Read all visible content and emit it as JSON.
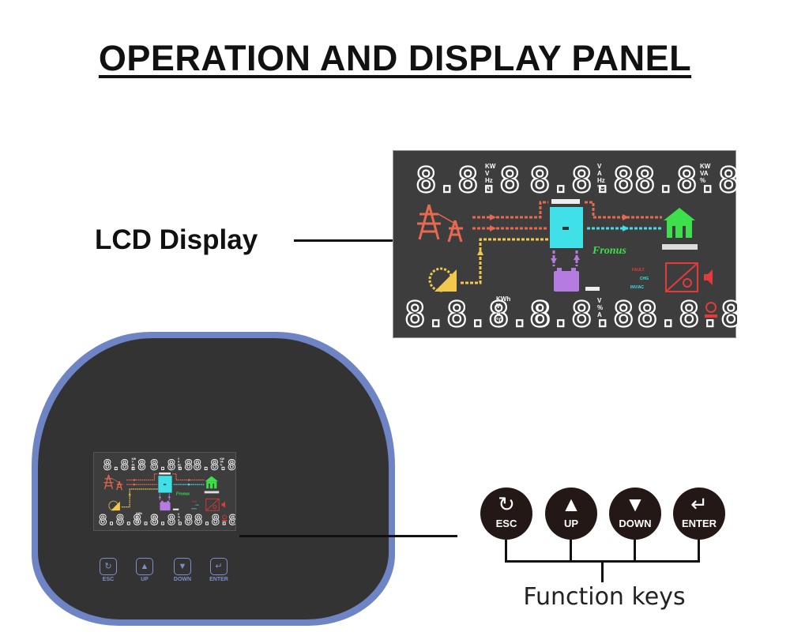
{
  "title": "OPERATION AND DISPLAY PANEL",
  "lcd_label": "LCD Display",
  "lcd": {
    "top_left": {
      "digits": "8.8.8",
      "units": [
        "KW",
        "V",
        "Hz",
        "A"
      ]
    },
    "top_center": {
      "digits": "8.8.8",
      "units": [
        "V",
        "A",
        "Hz",
        "°C"
      ]
    },
    "top_right": {
      "digits": "8.8.8",
      "units": [
        "KW",
        "VA",
        "%"
      ]
    },
    "bottom_left": {
      "digits": "8.8.8.8",
      "units": [
        "KWh",
        "V",
        "A",
        "°C"
      ]
    },
    "bottom_center": {
      "digits": "8.8.8",
      "units": [
        "V",
        "%",
        "A"
      ]
    },
    "bottom_right": {
      "digits": "8.8.8"
    },
    "brand": "Fronus",
    "indicators": [
      "FAULT",
      "CHG",
      "INV/AC"
    ],
    "colors": {
      "grid": "#e8694f",
      "inverter": "#3fe0e8",
      "load": "#3de04a",
      "solar": "#f2c94c",
      "battery": "#b57be0",
      "fault": "#e23b3b",
      "background": "#3d3d3d"
    }
  },
  "device": {
    "buttons": [
      {
        "label": "ESC",
        "icon": "rotate-icon"
      },
      {
        "label": "UP",
        "icon": "triangle-up-icon"
      },
      {
        "label": "DOWN",
        "icon": "triangle-down-icon"
      },
      {
        "label": "ENTER",
        "icon": "enter-icon"
      }
    ],
    "frame_color": "#6f84c4"
  },
  "function_keys": {
    "caption": "Function keys",
    "keys": [
      {
        "label": "ESC",
        "icon": "rotate-icon"
      },
      {
        "label": "UP",
        "icon": "triangle-up-icon"
      },
      {
        "label": "DOWN",
        "icon": "triangle-down-icon"
      },
      {
        "label": "ENTER",
        "icon": "enter-icon"
      }
    ]
  }
}
